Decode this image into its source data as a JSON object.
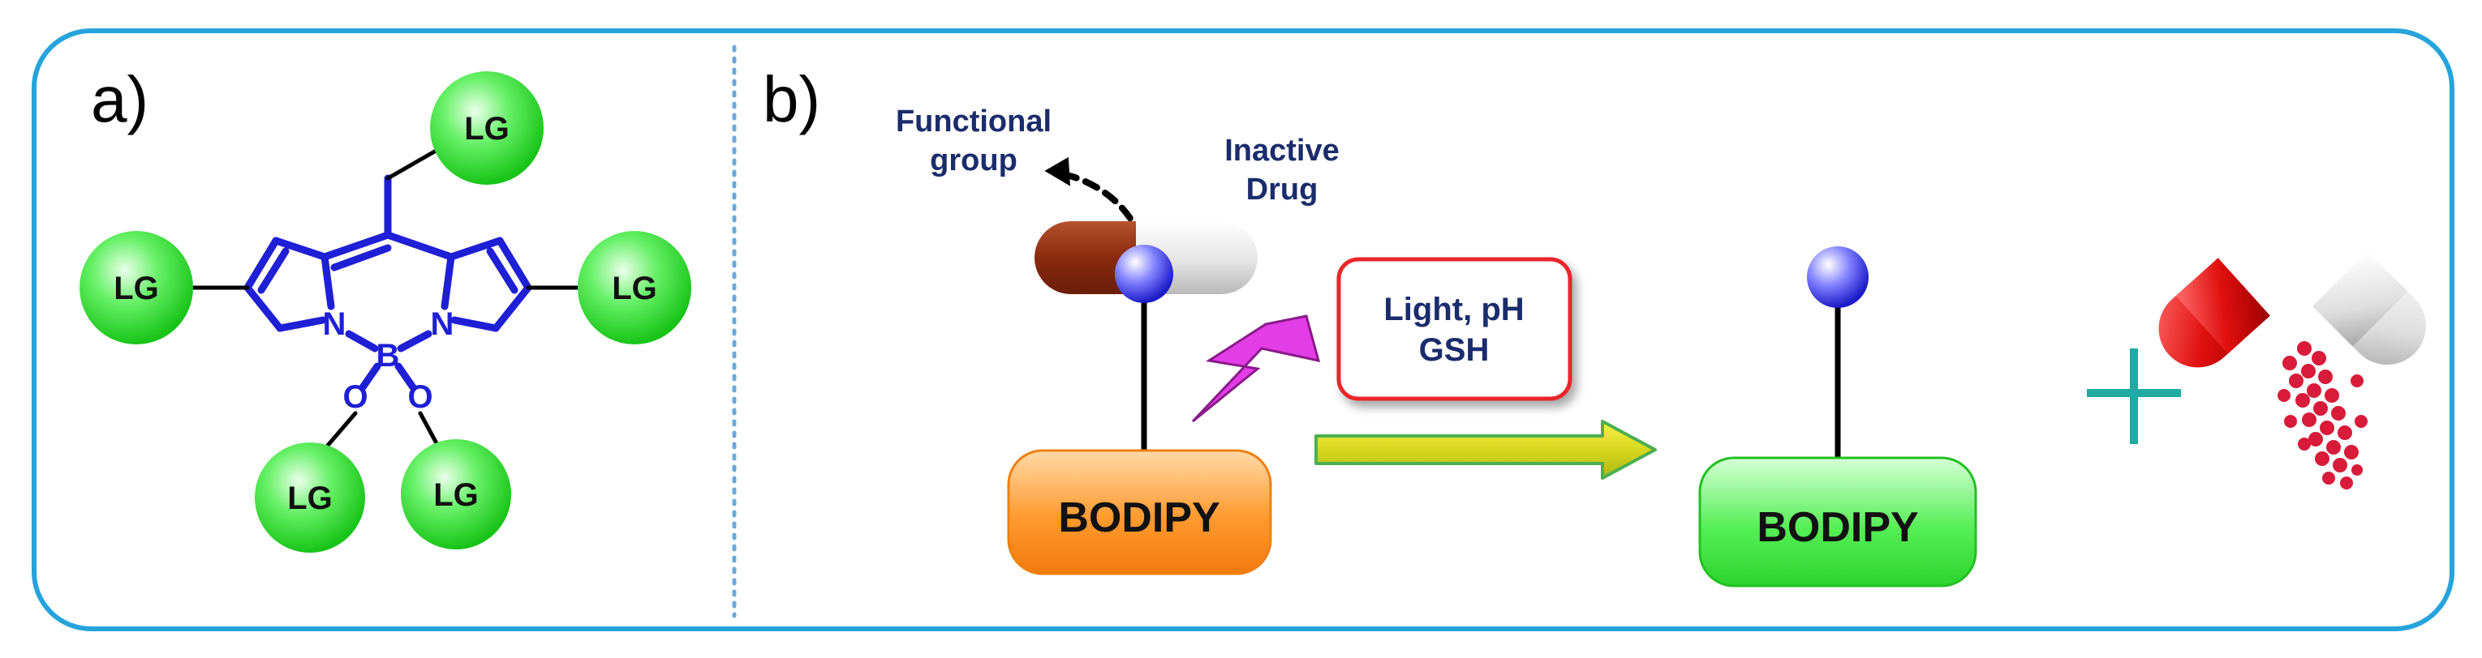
{
  "panel_a": {
    "label": "a)",
    "atoms": {
      "n_left": "N",
      "n_right": "N",
      "boron": "B",
      "o_left": "O",
      "o_right": "O"
    },
    "leaving_groups": [
      "LG",
      "LG",
      "LG",
      "LG",
      "LG"
    ]
  },
  "panel_b": {
    "label": "b)",
    "functional_group": [
      "Functional",
      "group"
    ],
    "inactive_drug": [
      "Inactive",
      "Drug"
    ],
    "trigger": [
      "Light, pH",
      "GSH"
    ],
    "bodipy_before": "BODIPY",
    "bodipy_after": "BODIPY",
    "plus_sign": "+"
  },
  "colors": {
    "frame": "#25a4dc",
    "structure": "#1f1fd6",
    "lg_fill": "#33e633",
    "orange": "#ff8c1a",
    "green": "#3ee63e",
    "navy": "#1a2c6b",
    "red_box": "#e8262b",
    "plus": "#1faaa3",
    "lightning": "#e23de6"
  }
}
